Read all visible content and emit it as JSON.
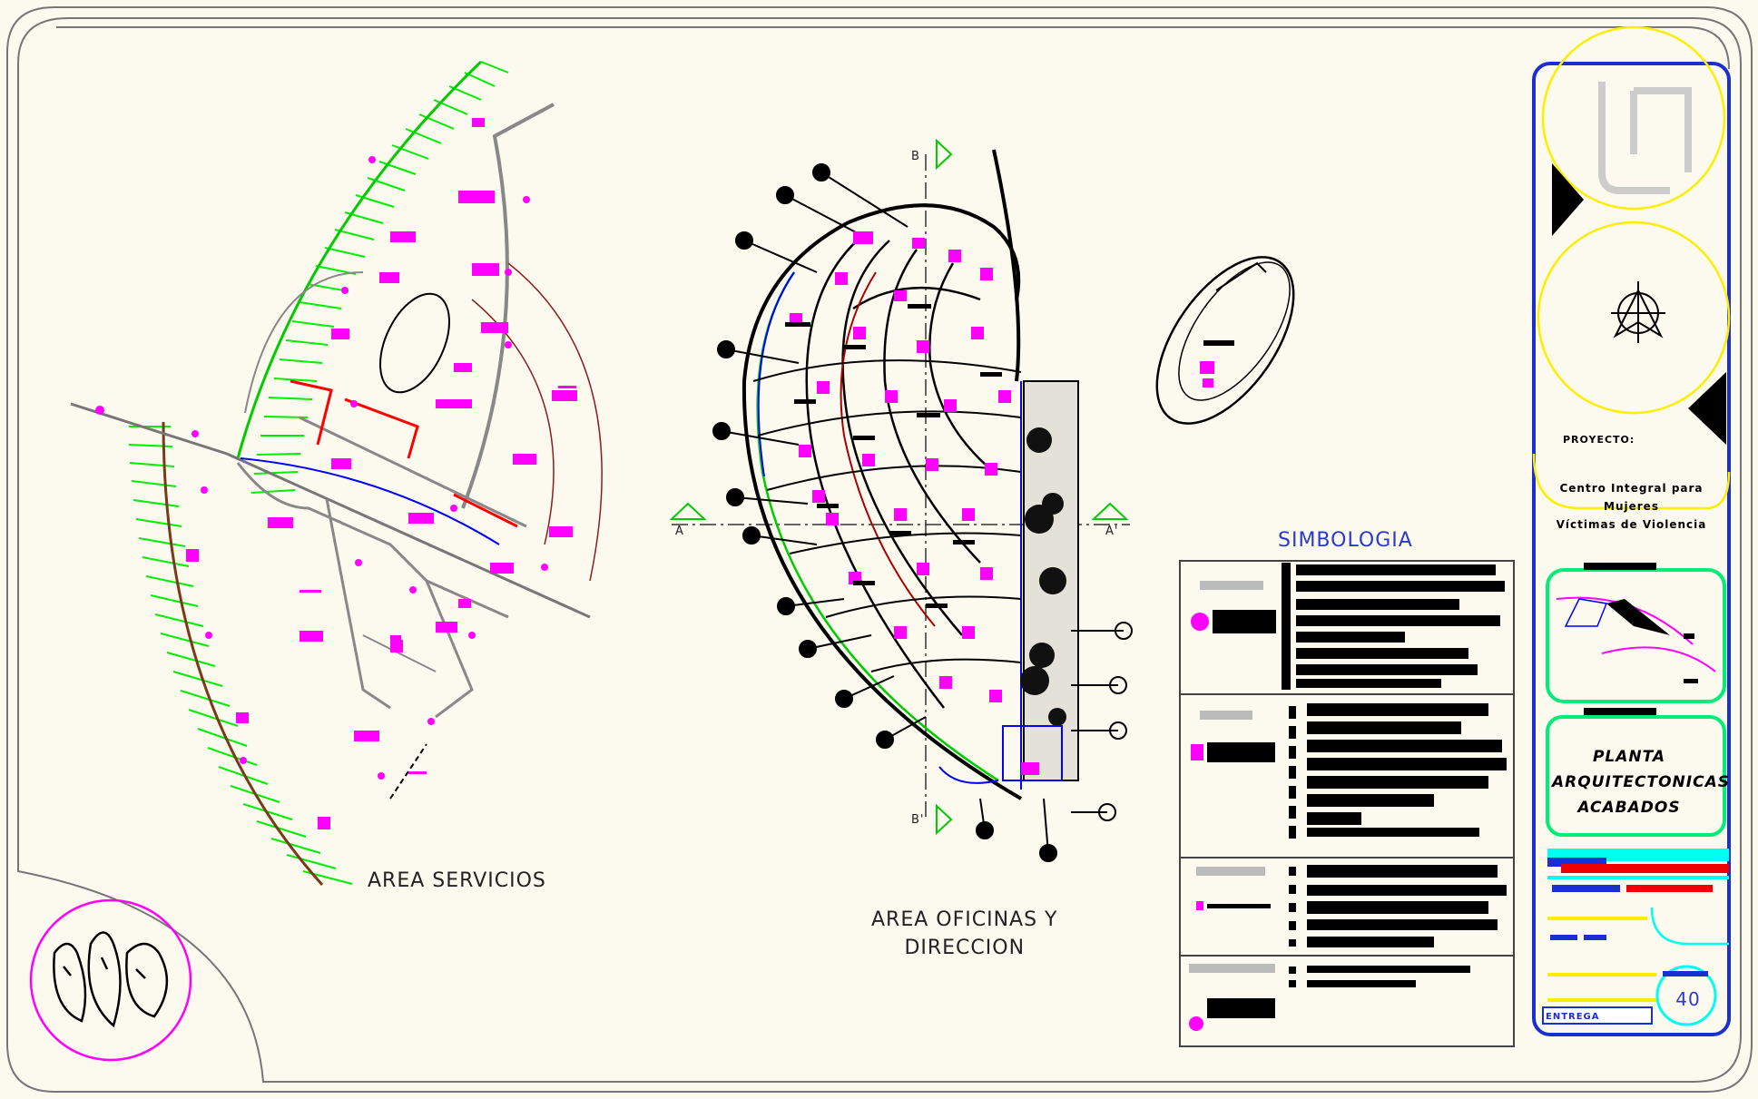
{
  "drawing": {
    "labels": {
      "area_servicios": "AREA SERVICIOS",
      "area_oficinas_line1": "AREA OFICINAS Y",
      "area_oficinas_line2": "DIRECCION",
      "simbologia": "SIMBOLOGIA"
    },
    "section_marks": {
      "a": "A",
      "a_prime": "A'",
      "b": "B",
      "b_prime": "B'"
    },
    "colors": {
      "background": "#fcf9ee",
      "frame": "#777777",
      "magenta_annotations": "#ff00ff",
      "green_hatch": "#00ff00",
      "red_walls": "#ff0000",
      "blue_walls": "#0000ff",
      "yellow_circles": "#ffff00",
      "title_block_frame": "#1a2fd0",
      "cyan_accent": "#00ffff"
    }
  },
  "title_block": {
    "project_label": "PROYECTO:",
    "project_line1": "Centro Integral para Mujeres",
    "project_line2": "Víctimas de Violencia",
    "plan_line1": "PLANTA",
    "plan_line2": "ARQUITECTONICAS",
    "plan_line3": "ACABADOS",
    "sheet_number": "40",
    "delivery": "ENTREGA"
  },
  "icons": [
    "logo-icon",
    "north-arrow-icon",
    "faces-logo-icon"
  ]
}
